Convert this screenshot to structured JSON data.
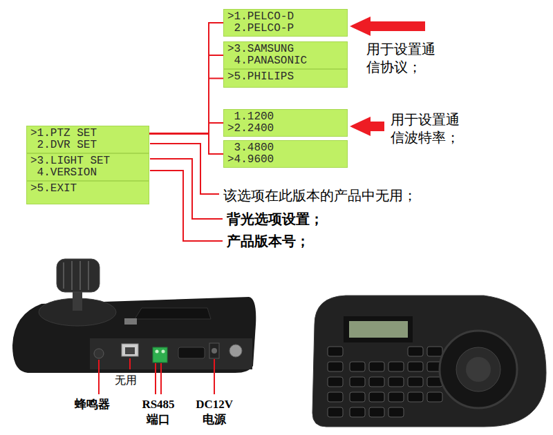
{
  "diagram": {
    "nodes": [
      {
        "text": [
          ">1.PTZ SET",
          "2.DVR SET"
        ]
      },
      {
        "text": [
          ">3.LIGHT SET",
          "4.VERSION"
        ]
      },
      {
        "text": [
          ">5.EXIT"
        ]
      },
      {
        "text": [
          ">1.PELCO-D",
          "2.PELCO-P"
        ]
      },
      {
        "text": [
          ">3.SAMSUNG",
          "4.PANASONIC"
        ]
      },
      {
        "text": [
          ">5.PHILIPS"
        ]
      },
      {
        "text": [
          "1.1200",
          ">2.2400"
        ]
      },
      {
        "text": [
          "3.4800",
          ">4.9600"
        ]
      }
    ],
    "edges": [
      {
        "from": 0,
        "to": 3,
        "arrow": "none"
      },
      {
        "from": 0,
        "to": 4,
        "arrow": "none"
      },
      {
        "from": 0,
        "to": 5,
        "arrow": "none"
      },
      {
        "from": 0,
        "to": 6,
        "arrow": "none"
      },
      {
        "from": 0,
        "to": 7,
        "arrow": "none"
      }
    ],
    "labels": [
      "用于设置通信协议；",
      "用于设置通信波特率；",
      "该选项在此版本的产品中无用；",
      "背光选项设置；",
      "产品版本号；",
      "蜂鸣器",
      "无用",
      "RS485 端口",
      "DC12V 电源"
    ]
  }
}
